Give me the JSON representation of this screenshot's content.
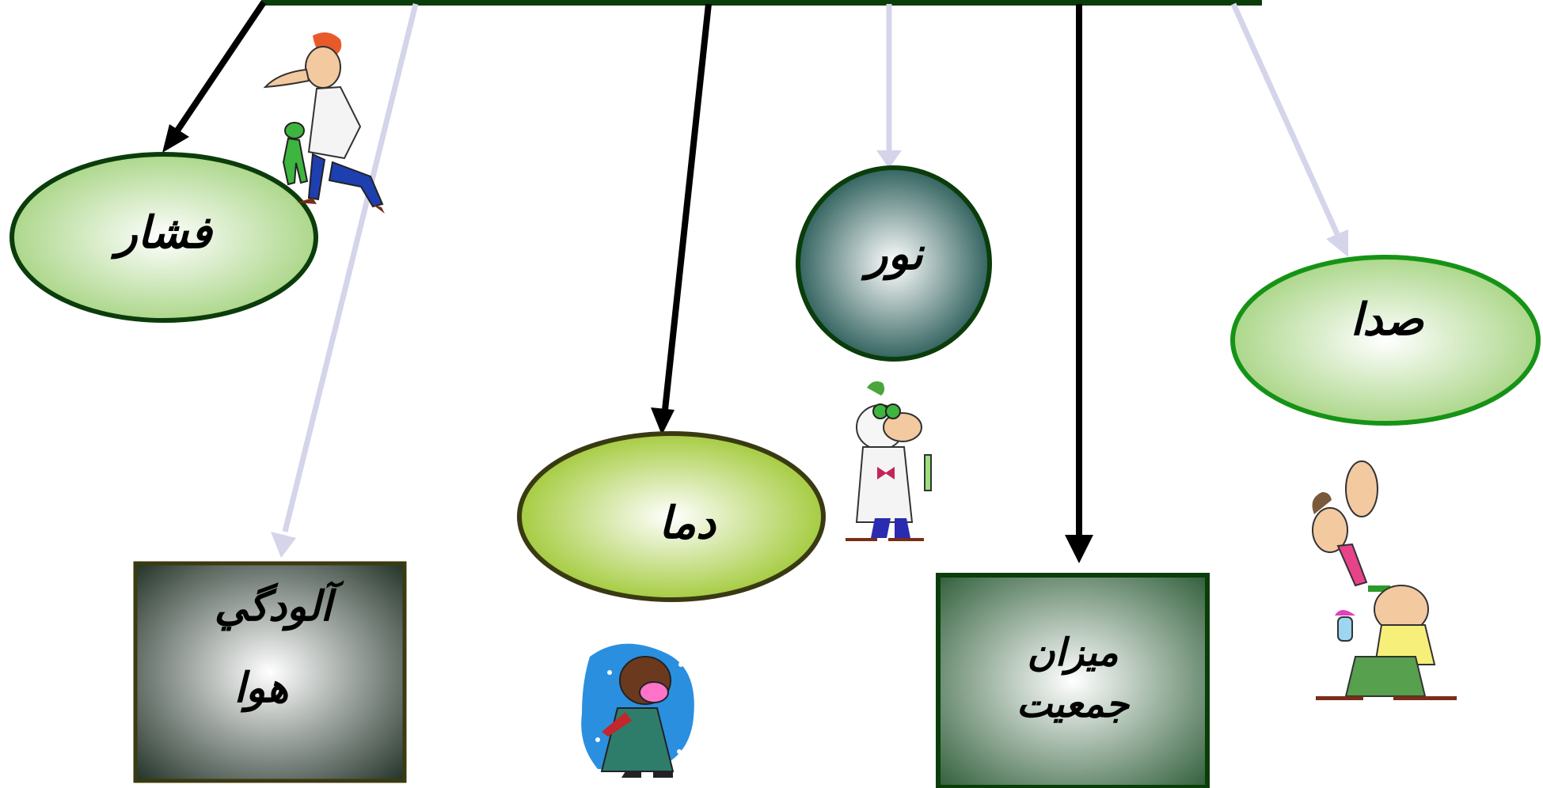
{
  "nodes": {
    "pressure": {
      "label": "فشار"
    },
    "air_pollution": {
      "line1": "آلودگي",
      "line2": "هوا"
    },
    "temperature": {
      "label": "دما"
    },
    "light": {
      "label": "نور"
    },
    "population": {
      "line1": "ميزان",
      "line2": "جمعيت"
    },
    "sound": {
      "label": "صدا"
    }
  },
  "colors": {
    "top_bar": "#0b3d0b",
    "arrow_dark": "#000000",
    "arrow_light": "#d4d4ea",
    "ellipse_light_fill": "#b8dd98",
    "ellipse_green_border": "#0b3d0b",
    "sound_border": "#169316",
    "temperature_fill": "#9ac92b",
    "temperature_border": "#3a3a12",
    "light_fill": "#1f5450",
    "pollution_fill": "#2e3e2e",
    "pollution_border": "#3b3a10",
    "population_fill": "#3d6b45",
    "population_border": "#0b3d0b"
  },
  "illustrations": [
    "scientist-with-specimen-icon",
    "professor-with-test-tube-icon",
    "freezing-person-icon",
    "man-with-crying-baby-icon"
  ]
}
